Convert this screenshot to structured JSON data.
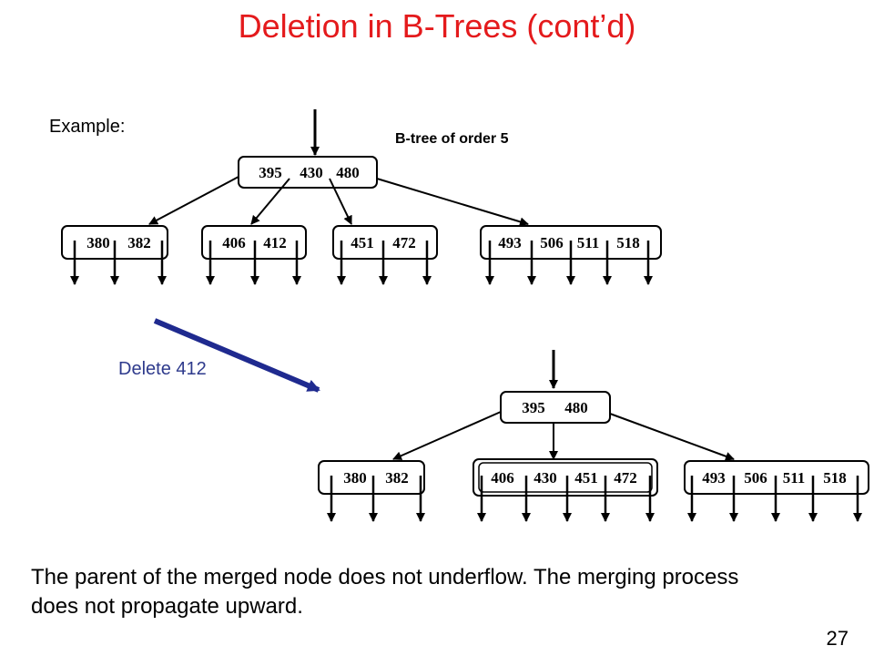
{
  "slide": {
    "title": "Deletion in B-Trees (cont’d)",
    "example_label": "Example:",
    "order_label": "B-tree of order 5",
    "operation_label": "Delete 412",
    "caption_line1": "The parent of the merged node does not underflow. The merging process",
    "caption_line2": "does not propagate upward.",
    "page_number": "27"
  },
  "colors": {
    "title": "#e41a1c",
    "operation": "#2e3a8c",
    "arrow": "#1f2a8f"
  },
  "before_tree": {
    "root": [
      "395",
      "430",
      "480"
    ],
    "children": [
      [
        "380",
        "382"
      ],
      [
        "406",
        "412"
      ],
      [
        "451",
        "472"
      ],
      [
        "493",
        "506",
        "511",
        "518"
      ]
    ]
  },
  "after_tree": {
    "root": [
      "395",
      "480"
    ],
    "children": [
      [
        "380",
        "382"
      ],
      [
        "406",
        "430",
        "451",
        "472"
      ],
      [
        "493",
        "506",
        "511",
        "518"
      ]
    ]
  }
}
